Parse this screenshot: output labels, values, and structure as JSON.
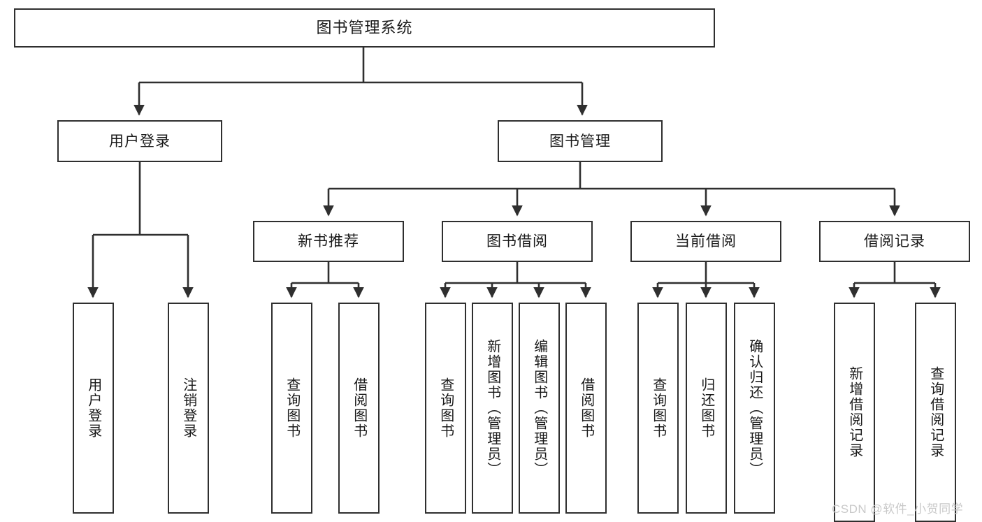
{
  "diagram": {
    "type": "tree-hierarchy",
    "title": "图书管理系统",
    "watermark": "CSDN @软件_小贺同学",
    "colors": {
      "box_border": "#2f2f2f",
      "box_fill": "#ffffff",
      "edge": "#2f2f2f",
      "text": "#1a1a1a",
      "watermark": "#c9c9c9",
      "background": "#ffffff"
    },
    "root": {
      "label": "图书管理系统"
    },
    "level1": [
      {
        "label": "用户登录"
      },
      {
        "label": "图书管理"
      }
    ],
    "level2": [
      {
        "label": "新书推荐"
      },
      {
        "label": "图书借阅"
      },
      {
        "label": "当前借阅"
      },
      {
        "label": "借阅记录"
      }
    ],
    "leaves": {
      "user_login": [
        {
          "label": "用户登录"
        },
        {
          "label": "注销登录"
        }
      ],
      "new_book_recommend": [
        {
          "label": "查询图书"
        },
        {
          "label": "借阅图书"
        }
      ],
      "book_borrow": [
        {
          "label": "查询图书"
        },
        {
          "label": "新增图书（管理员）"
        },
        {
          "label": "编辑图书（管理员）"
        },
        {
          "label": "借阅图书"
        }
      ],
      "current_borrow": [
        {
          "label": "查询图书"
        },
        {
          "label": "归还图书"
        },
        {
          "label": "确认归还（管理员）"
        }
      ],
      "borrow_record": [
        {
          "label": "新增借阅记录"
        },
        {
          "label": "查询借阅记录"
        }
      ]
    }
  }
}
